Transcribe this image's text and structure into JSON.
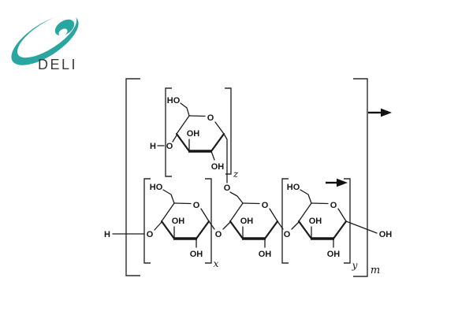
{
  "page": {
    "background": "#ffffff"
  },
  "logo": {
    "brand": "DELI",
    "swoosh_color": "#2aa6a0",
    "text_color": "#3a3a3a"
  },
  "structure": {
    "labels": {
      "h": "H",
      "o": "O",
      "oh": "OH",
      "ho": "HO"
    },
    "subscripts": {
      "branch": "z",
      "left_unit": "x",
      "right_unit": "y",
      "polymer": "m"
    },
    "line_color": "#1c1c1c",
    "arrow_icon": "→"
  }
}
